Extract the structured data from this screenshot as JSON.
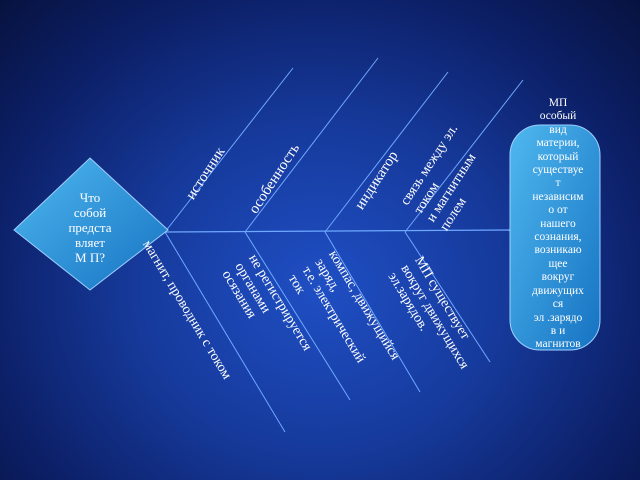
{
  "center_label": "Что\nсобой\nпредста\nвляет\nМ П?",
  "definition_box": "МП\nособый\nвид\nматерии,\nкоторый\nсуществуе\nт\nнезависим\nо от\nнашего\nсознания,\nвозникаю\nщее\nвокруг\nдвижущих\nся\nэл .зарядо\nв и\nмагнитов",
  "top_branches": [
    {
      "label": "источник"
    },
    {
      "label": "особенность"
    },
    {
      "label": "индикатор"
    },
    {
      "label": "связь между эл.\nтоком\nи  магнитным\nполем"
    }
  ],
  "bottom_branches": [
    {
      "label": "магнит, проводник с током"
    },
    {
      "label": "не регистрируется\nорганами\nосязания"
    },
    {
      "label": "компас, движущийся\nзаряд,\nт.е. электрический\nток"
    },
    {
      "label": "МП существует\nвокруг движущихся\nэл.зарядов."
    }
  ],
  "colors": {
    "background_center": "#1f4fc4",
    "background_edge": "#07123f",
    "shape_fill_light": "#3fa9e6",
    "shape_fill_dark": "#1773c4",
    "line": "#6fa8ff",
    "text": "#ffffff"
  }
}
